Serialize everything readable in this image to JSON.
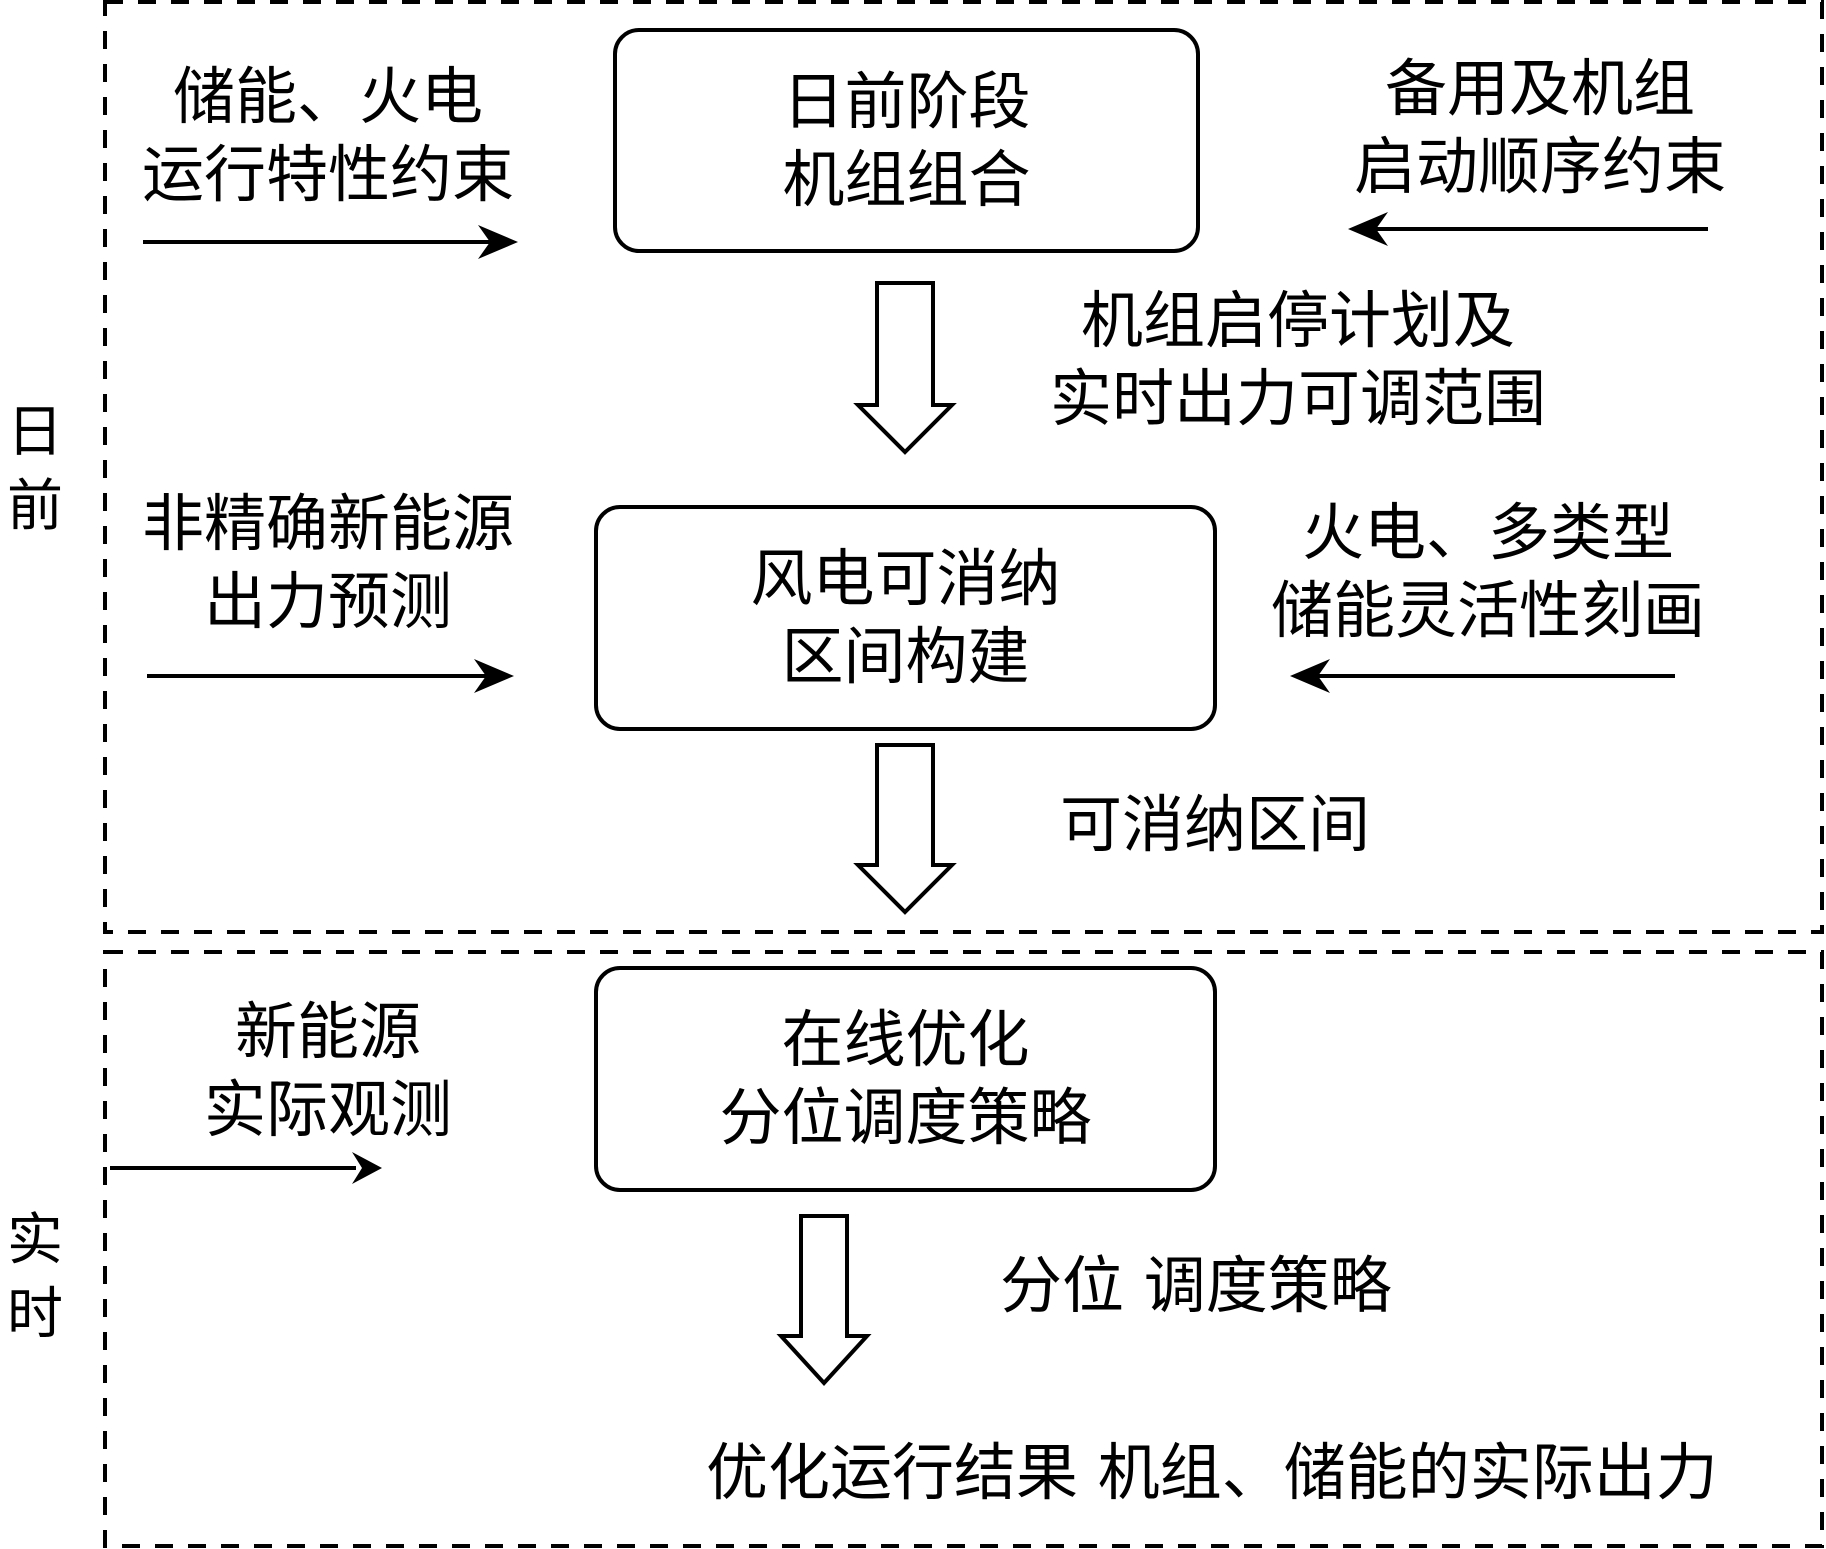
{
  "phases": {
    "day_ahead": {
      "label_line1": "日",
      "label_line2": "前"
    },
    "real_time": {
      "label_line1": "实",
      "label_line2": "时"
    }
  },
  "boxes": [
    {
      "id": "unit-commitment",
      "line1": "日前阶段",
      "line2": "机组组合"
    },
    {
      "id": "wind-accommodation-interval",
      "line1": "风电可消纳",
      "line2": "区间构建"
    },
    {
      "id": "online-optimization",
      "line1": "在线优化",
      "line2": "分位调度策略"
    }
  ],
  "inputs_left": [
    {
      "line1": "储能、火电",
      "line2": "运行特性约束"
    },
    {
      "line1": "非精确新能源",
      "line2": "出力预测"
    },
    {
      "line1": "新能源",
      "line2": "实际观测"
    }
  ],
  "inputs_right": [
    {
      "line1": "备用及机组",
      "line2": "启动顺序约束"
    },
    {
      "line1": "火电、多类型",
      "line2": "储能灵活性刻画"
    }
  ],
  "flow_labels": [
    {
      "line1": "机组启停计划及",
      "line2": "实时出力可调范围"
    },
    {
      "line1": "可消纳区间"
    },
    {
      "line1": "分位 调度策略"
    }
  ],
  "result": {
    "text": "优化运行结果 机组、储能的实际出力"
  },
  "colors": {
    "stroke": "#000000",
    "background": "#ffffff"
  }
}
